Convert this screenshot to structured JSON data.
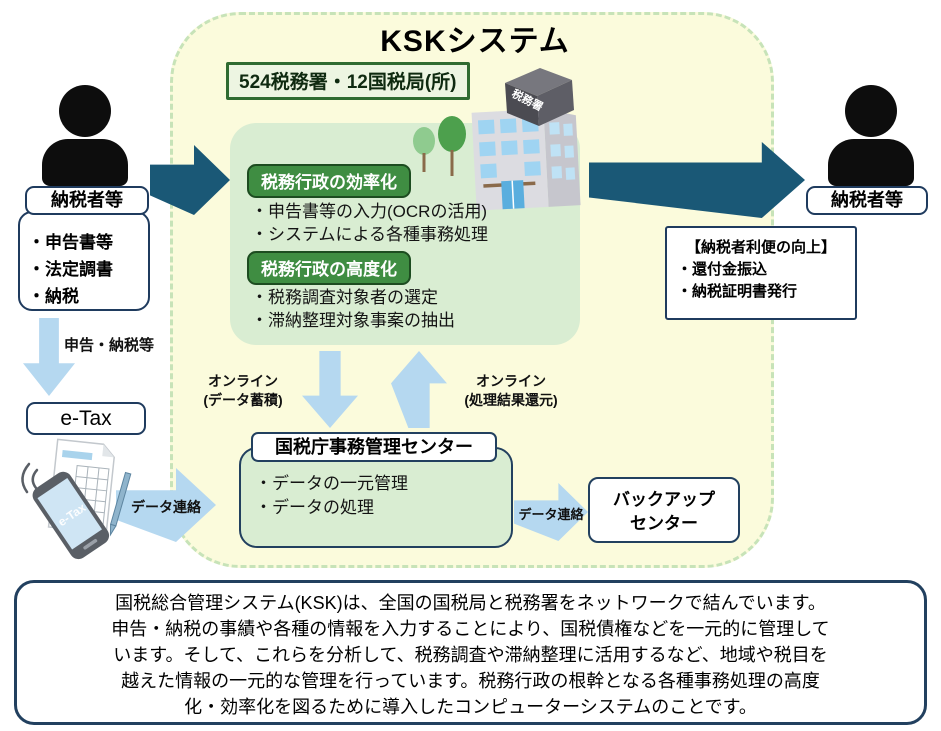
{
  "title": "KSKシステム",
  "colors": {
    "area_yellow": "#fbfbdc",
    "area_border_green": "#c7e3b8",
    "panel_green": "#d9edd2",
    "badge_green": "#3f8d42",
    "badge_border_green": "#1d4c20",
    "office_border_green": "#2f6b31",
    "arrow_teal": "#1a5876",
    "arrow_blue": "#b5d8f0",
    "border_navy": "#1f3b5e",
    "person_black": "#0d0d0d"
  },
  "ksk": {
    "office_label": "524税務署・12国税局(所)",
    "building_sign": "税務署",
    "efficiency_badge": "税務行政の効率化",
    "efficiency_items": [
      "・申告書等の入力(OCRの活用)",
      "・システムによる各種事務処理"
    ],
    "advancement_badge": "税務行政の高度化",
    "advancement_items": [
      "・税務調査対象者の選定",
      "・滞納整理対象事案の抽出"
    ]
  },
  "left_taxpayer": {
    "label": "納税者等",
    "items": [
      "・申告書等",
      "・法定調書",
      "・納税"
    ],
    "flow_label": "申告・納税等"
  },
  "etax": {
    "label": "e-Tax",
    "screen_label": "e-Tax",
    "data_link": "データ連絡"
  },
  "online": {
    "upload_line1": "オンライン",
    "upload_line2": "(データ蓄積)",
    "return_line1": "オンライン",
    "return_line2": "(処理結果還元)"
  },
  "center": {
    "title": "国税庁事務管理センター",
    "items": [
      "・データの一元管理",
      "・データの処理"
    ],
    "data_link": "データ連絡",
    "backup_line1": "バックアップ",
    "backup_line2": "センター"
  },
  "right_taxpayer": {
    "label": "納税者等",
    "benefit_title": "【納税者利便の向上】",
    "benefit_items": [
      "・還付金振込",
      "・納税証明書発行"
    ]
  },
  "description": {
    "lines": [
      "国税総合管理システム(KSK)は、全国の国税局と税務署をネットワークで結んでいます。",
      "申告・納税の事績や各種の情報を入力することにより、国税債権などを一元的に管理して",
      "います。そして、これらを分析して、税務調査や滞納整理に活用するなど、地域や税目を",
      "越えた情報の一元的な管理を行っています。税務行政の根幹となる各種事務処理の高度",
      "化・効率化を図るために導入したコンピューターシステムのことです。"
    ]
  }
}
